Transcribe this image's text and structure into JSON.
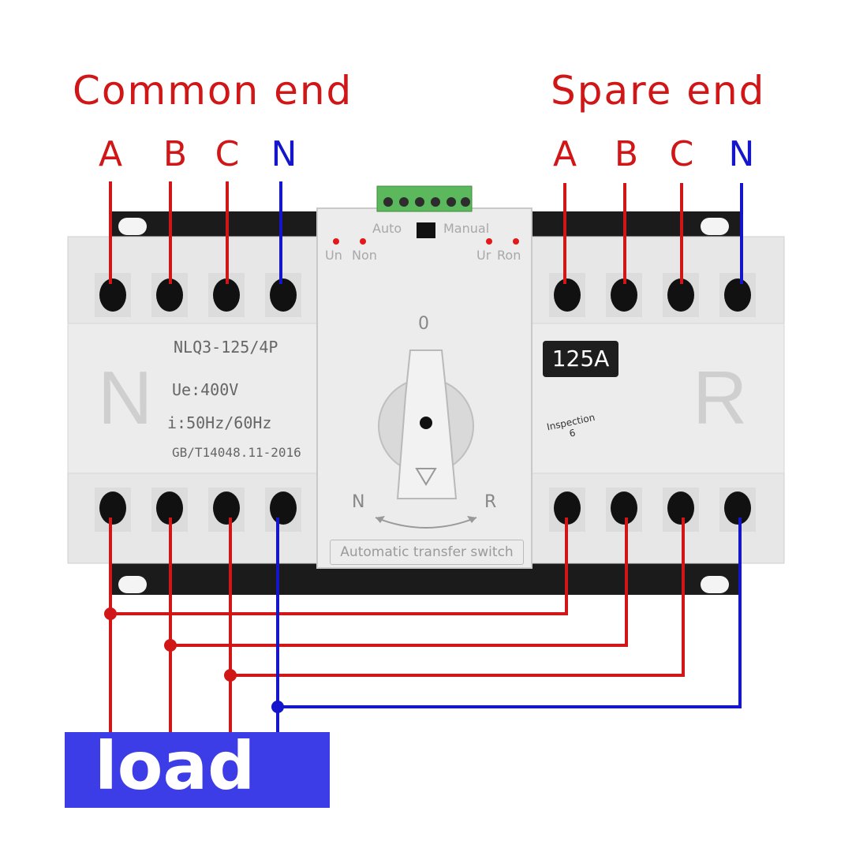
{
  "headings": {
    "common_end": "Common end",
    "spare_end": "Spare end"
  },
  "common_terminals": [
    "A",
    "B",
    "C",
    "N"
  ],
  "spare_terminals": [
    "A",
    "B",
    "C",
    "N"
  ],
  "device": {
    "model": "NLQ3-125/4P",
    "voltage": "Ue:400V",
    "frequency": "i:50Hz/60Hz",
    "standard": "GB/T14048.11-2016",
    "left_mark": "N",
    "right_mark": "R",
    "rating": "125A",
    "inspection": "Inspection",
    "inspection_no": "6",
    "switch_auto": "Auto",
    "switch_manual": "Manual",
    "led_left_un": "Un",
    "led_left_non": "Non",
    "led_right_ur": "Ur",
    "led_right_ron": "Ron",
    "dial_zero": "0",
    "dial_n": "N",
    "dial_r": "R",
    "footer": "Automatic transfer switch"
  },
  "load_label": "load",
  "colors": {
    "phase_wire": "#d01616",
    "neutral_wire": "#1515cc",
    "load_box": "#3d3de8",
    "housing": "#e6e6e6",
    "terminal_screw": "#111111",
    "connector": "#5cb85c"
  },
  "icons": [
    "rotary-handle-icon",
    "arrow-triangle-icon",
    "toggle-switch-icon",
    "indicator-led-icon"
  ]
}
